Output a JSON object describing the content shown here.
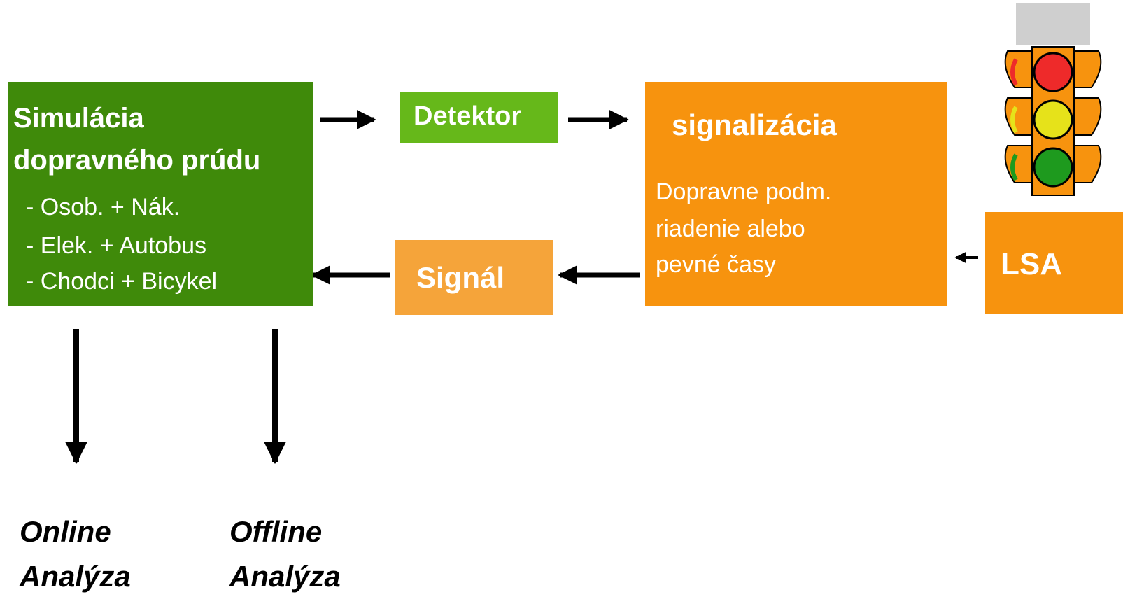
{
  "simulation": {
    "title_line1": "Simulácia",
    "title_line2": "dopravného prúdu",
    "items": [
      "- Osob. + Nák.",
      "- Elek. + Autobus",
      "- Chodci + Bicykel"
    ]
  },
  "detector": {
    "label": "Detektor"
  },
  "signalization": {
    "title": "signalizácia",
    "lines": [
      "Dopravne podm.",
      "riadenie alebo",
      "pevné časy"
    ]
  },
  "signal": {
    "label": "Signál"
  },
  "lsa": {
    "label": "LSA"
  },
  "analysis": {
    "online": [
      "Online",
      "Analýza"
    ],
    "offline": [
      "Offline",
      "Analýza"
    ]
  },
  "colors": {
    "dark_green": "#3f8a0a",
    "light_green": "#66b81a",
    "orange": "#f7930e",
    "light_orange": "#f5a43a"
  },
  "icons": [
    "traffic-light-icon"
  ]
}
